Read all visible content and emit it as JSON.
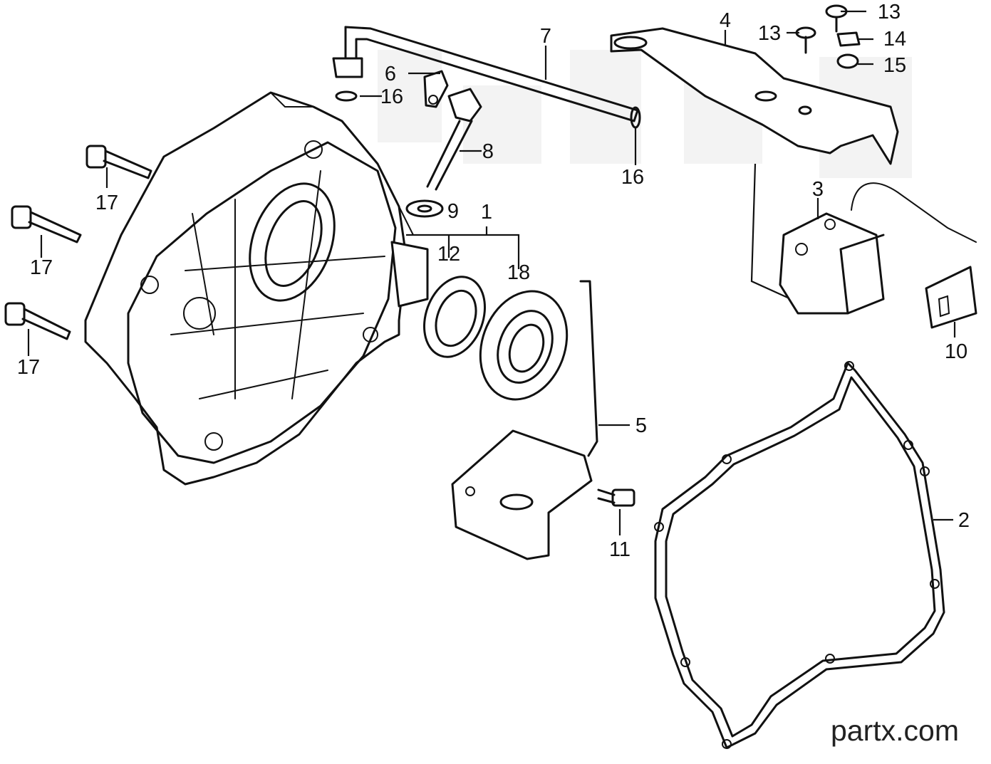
{
  "diagram": {
    "callouts": [
      {
        "id": "c1",
        "label": "1"
      },
      {
        "id": "c2",
        "label": "2"
      },
      {
        "id": "c3",
        "label": "3"
      },
      {
        "id": "c4",
        "label": "4"
      },
      {
        "id": "c5",
        "label": "5"
      },
      {
        "id": "c6",
        "label": "6"
      },
      {
        "id": "c7",
        "label": "7"
      },
      {
        "id": "c8",
        "label": "8"
      },
      {
        "id": "c9",
        "label": "9"
      },
      {
        "id": "c10",
        "label": "10"
      },
      {
        "id": "c11",
        "label": "11"
      },
      {
        "id": "c12",
        "label": "12"
      },
      {
        "id": "c13a",
        "label": "13"
      },
      {
        "id": "c13b",
        "label": "13"
      },
      {
        "id": "c14",
        "label": "14"
      },
      {
        "id": "c15",
        "label": "15"
      },
      {
        "id": "c16a",
        "label": "16"
      },
      {
        "id": "c16b",
        "label": "16"
      },
      {
        "id": "c17a",
        "label": "17"
      },
      {
        "id": "c17b",
        "label": "17"
      },
      {
        "id": "c17c",
        "label": "17"
      },
      {
        "id": "c18",
        "label": "18"
      }
    ]
  },
  "watermark": {
    "text": "partx.com"
  }
}
